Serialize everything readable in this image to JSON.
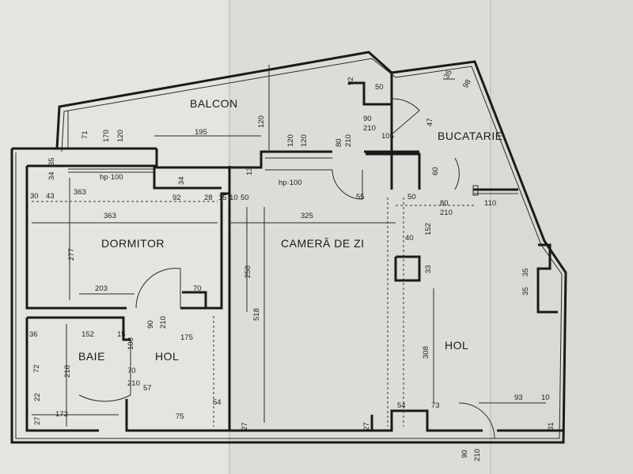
{
  "rooms": {
    "balcon": "BALCON",
    "bucatarie": "BUCATARIE",
    "dormitor": "DORMITOR",
    "camera": "CAMERĂ DE ZI",
    "baie": "BAIE",
    "hol_left": "HOL",
    "hol_right": "HOL"
  },
  "sill_labels": {
    "left": "hp·100",
    "right": "hp·100"
  },
  "dimensions": {
    "d92": "92",
    "d50a": "50",
    "d35": "35",
    "d98": "98",
    "d71": "71",
    "d170": "170",
    "d120a": "120",
    "d195": "195",
    "d120b": "120",
    "d120c": "120",
    "d120d": "120",
    "d90a": "90",
    "d210a": "210",
    "d105": "105",
    "d47": "47",
    "d80a": "80",
    "d210b": "210",
    "d35b": "35",
    "d34a": "34",
    "d34b": "34",
    "d30": "30",
    "d43": "43",
    "d92b": "92",
    "d28": "28",
    "d15": "15",
    "d10": "10",
    "d50b": "50",
    "d13": "13",
    "d55": "55",
    "d50c": "50",
    "d60": "60",
    "d80b": "80",
    "d210c": "210",
    "d110": "110",
    "d363": "363",
    "d325": "325",
    "d40": "40",
    "d152a": "152",
    "d277": "277",
    "d258": "258",
    "d518": "518",
    "d33": "33",
    "d35c": "35",
    "d35d": "35",
    "d203": "203",
    "d70a": "70",
    "d90b": "90",
    "d210d": "210",
    "d175": "175",
    "d152b": "152",
    "d36": "36",
    "d15b": "15",
    "d100": "100",
    "d218": "218",
    "d72": "72",
    "d308": "308",
    "d70b": "70",
    "d210e": "210",
    "d57": "57",
    "d172": "172",
    "d75": "75",
    "d54a": "54",
    "d54b": "54",
    "d73": "73",
    "d93": "93",
    "d10b": "10",
    "d27a": "27",
    "d27b": "27",
    "d27c": "27",
    "d31": "31",
    "d22": "22",
    "d90c": "90",
    "d210f": "210"
  }
}
